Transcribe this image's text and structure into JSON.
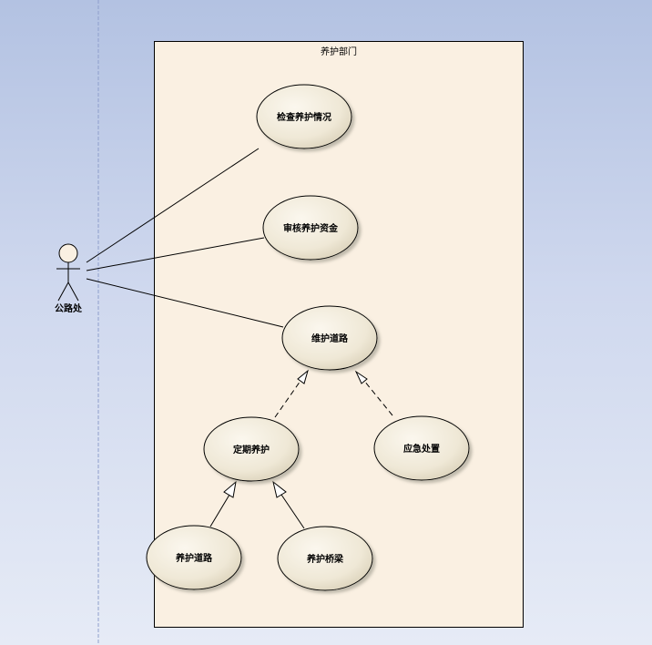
{
  "diagram": {
    "system_boundary": {
      "label": "养护部门"
    },
    "actor": {
      "label": "公路处"
    },
    "use_cases": {
      "check": "检查养护情况",
      "audit": "审核养护资金",
      "maintain": "维护道路",
      "periodic": "定期养护",
      "emergency": "应急处置",
      "road": "养护道路",
      "bridge": "养护桥梁"
    },
    "colors": {
      "system_fill": "#faf0e2",
      "usecase_fill": "#f2ecdc",
      "usecase_shade": "#d8d0b8",
      "line": "#000000"
    }
  }
}
